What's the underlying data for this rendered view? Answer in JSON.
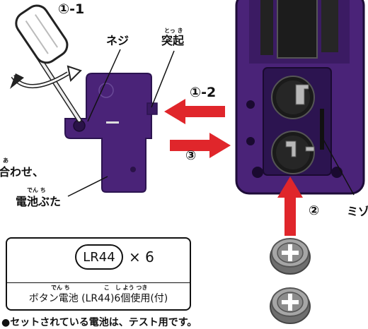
{
  "labels": {
    "step_1_1": "①-1",
    "step_1_2": "①-2",
    "step_2": "②",
    "step_3": "③",
    "screw": "ネジ",
    "protrusion": "突起",
    "protrusion_ruby": "とっ き",
    "align_partial": "合わせ、",
    "align_ruby": "あ",
    "battery_cover": "電池ぶた",
    "battery_cover_ruby": "でん ち",
    "groove_partial": "ミゾ"
  },
  "battery_box": {
    "type": "LR44",
    "count": "× 6",
    "description": "ボタン電池 (LR44)6個使用(付)",
    "description_ruby": "でん ち　　　　　　こ　し よう つき"
  },
  "footnote": "●セットされている電池は、テスト用です。",
  "colors": {
    "device_purple": "#4a2378",
    "device_dark": "#2c1450",
    "arrow_red": "#e0262b",
    "battery_gray": "#8a8a8a"
  }
}
